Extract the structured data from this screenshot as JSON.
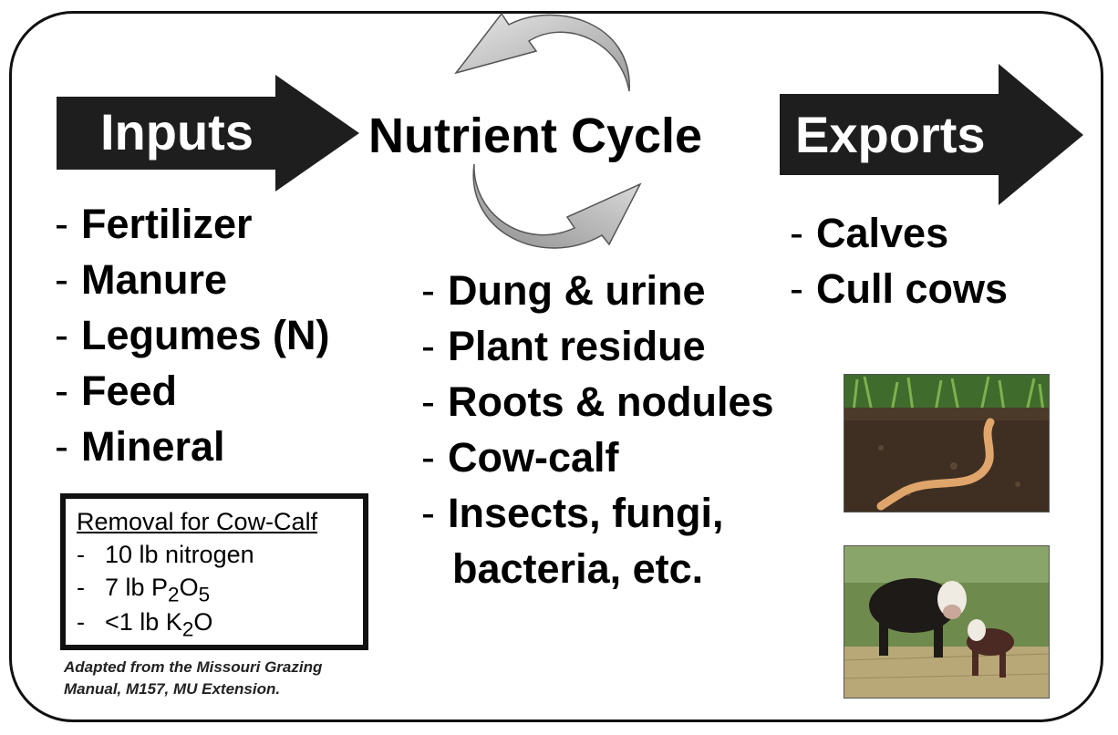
{
  "diagram": {
    "inputs_arrow_label": "Inputs",
    "center_title": "Nutrient Cycle",
    "exports_arrow_label": "Exports",
    "inputs_items": [
      "Fertilizer",
      "Manure",
      "Legumes (N)",
      "Feed",
      "Mineral"
    ],
    "cycle_items": [
      "Dung & urine",
      "Plant residue",
      "Roots & nodules",
      "Cow-calf"
    ],
    "cycle_last_item_line1": "Insects, fungi,",
    "cycle_last_item_line2": "bacteria, etc.",
    "exports_items": [
      "Calves",
      "Cull cows"
    ],
    "dash": "-",
    "removal_box": {
      "title": "Removal for Cow-Calf",
      "item1": "10 lb nitrogen",
      "item2_prefix": "7 lb P",
      "item2_sub1": "2",
      "item2_mid": "O",
      "item2_sub2": "5",
      "item3_prefix": "<1 lb K",
      "item3_sub": "2",
      "item3_suffix": "O"
    },
    "source_line1": "Adapted from the Missouri Grazing",
    "source_line2": "Manual, M157, MU Extension.",
    "icons": [
      "cycle-arrow-icon",
      "soil-earthworm-photo",
      "cow-calf-photo"
    ],
    "colors": {
      "arrow_fill": "#1e1e1e",
      "cycle_arrow_light": "#e6e6e6",
      "cycle_arrow_dark": "#9a9a9a",
      "frame": "#111111"
    }
  }
}
